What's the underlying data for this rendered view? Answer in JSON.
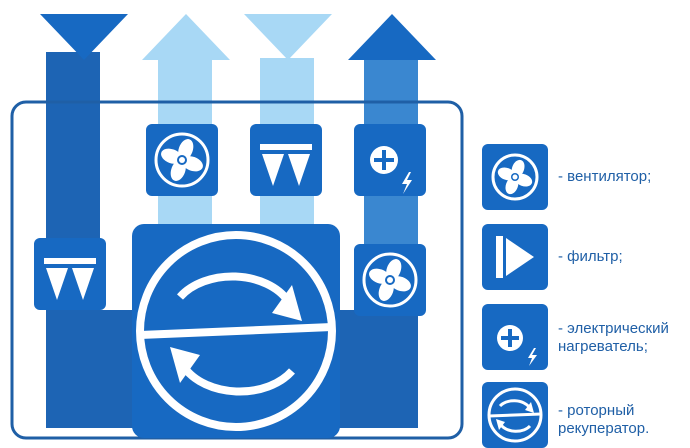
{
  "colors": {
    "primary": "#1769c2",
    "dark": "#1459a8",
    "mid": "#3a87d0",
    "light": "#a8d8f5",
    "outline": "#1f5fa6",
    "white": "#ffffff"
  },
  "legend": {
    "fan": {
      "icon": "fan-icon",
      "label": "- вентилятор;"
    },
    "filter": {
      "icon": "filter-icon",
      "label": "- фильтр;"
    },
    "heater": {
      "icon": "electric-heater-icon",
      "line1": "- электрический",
      "line2": "нагреватель;"
    },
    "recuperator": {
      "icon": "rotary-recuperator-icon",
      "line1": "- роторный",
      "line2": "рекуператор."
    }
  },
  "airflows": [
    {
      "name": "supply-outdoor-air",
      "direction": "down",
      "color": "dark"
    },
    {
      "name": "supply-air-out",
      "direction": "up",
      "color": "light"
    },
    {
      "name": "extract-air-in",
      "direction": "down",
      "color": "light"
    },
    {
      "name": "exhaust-air-out",
      "direction": "up",
      "color": "dark"
    }
  ]
}
